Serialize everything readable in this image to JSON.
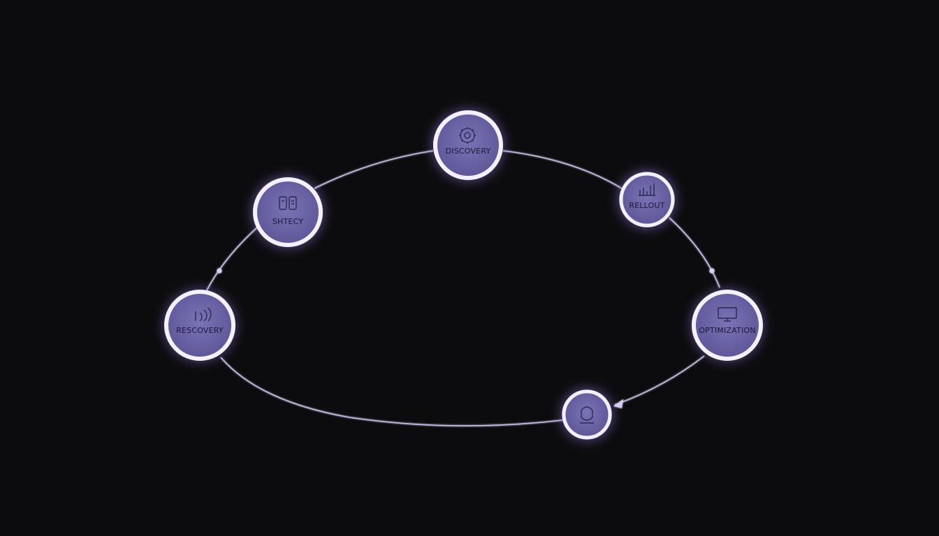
{
  "colors": {
    "background": "#0c0b0d",
    "node_fill": "#6b64a3",
    "node_ring": "#f4f0ff",
    "glow": "#a98cff",
    "connector": "#c9c1e8",
    "label": "#1b1838",
    "icon": "#2c2852"
  },
  "nodes": [
    {
      "id": "discovery",
      "label": "DISCOVERY",
      "icon": "gear-icon"
    },
    {
      "id": "rollout",
      "label": "RELLOUT",
      "icon": "bar-chart-icon"
    },
    {
      "id": "optimization",
      "label": "OPTIMIZATION",
      "icon": "monitor-icon"
    },
    {
      "id": "bottom",
      "label": "",
      "icon": "shield-icon"
    },
    {
      "id": "recovery",
      "label": "RESCOVERY",
      "icon": "signal-icon"
    },
    {
      "id": "strategy",
      "label": "SHTECY",
      "icon": "phone-icon"
    }
  ]
}
